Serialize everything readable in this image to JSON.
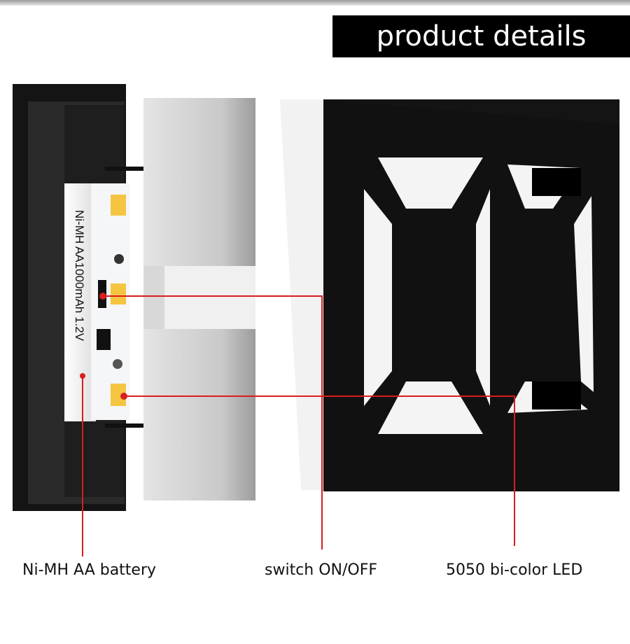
{
  "banner": {
    "title": "product details"
  },
  "battery_print": "Ni-MH AA1000mAh 1.2V",
  "callouts": {
    "battery": "Ni-MH AA battery",
    "switch": "switch ON/OFF",
    "led": "5050 bi-color LED"
  },
  "colors": {
    "callout_line": "#d81e1e",
    "led": "#f5c542",
    "housing": "#1a1a1a"
  }
}
